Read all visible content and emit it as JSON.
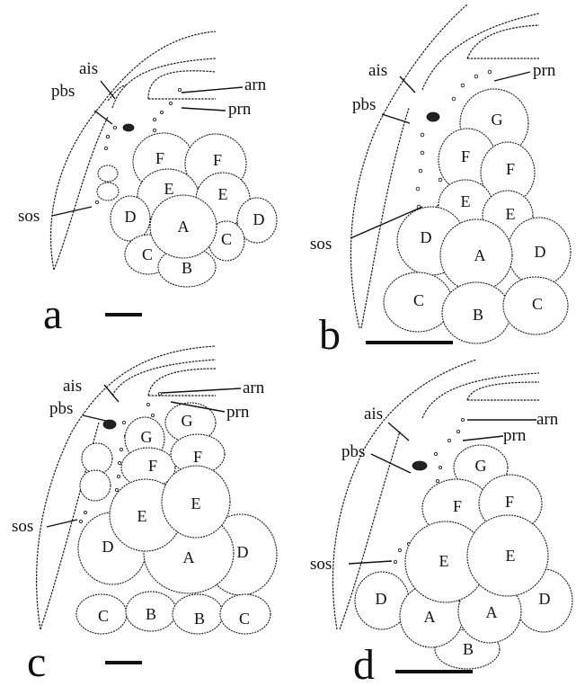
{
  "panels": {
    "a": {
      "letter": "a",
      "labels": {
        "ais": "ais",
        "pbs": "pbs",
        "sos": "sos",
        "arn": "arn",
        "prn": "prn"
      }
    },
    "b": {
      "letter": "b",
      "labels": {
        "ais": "ais",
        "pbs": "pbs",
        "sos": "sos",
        "prn": "prn"
      }
    },
    "c": {
      "letter": "c",
      "labels": {
        "ais": "ais",
        "pbs": "pbs",
        "sos": "sos",
        "arn": "arn",
        "prn": "prn"
      }
    },
    "d": {
      "letter": "d",
      "labels": {
        "ais": "ais",
        "pbs": "pbs",
        "sos": "sos",
        "arn": "arn",
        "prn": "prn"
      }
    }
  },
  "plate_letters": {
    "A": "A",
    "B": "B",
    "C": "C",
    "D": "D",
    "E": "E",
    "F": "F",
    "G": "G"
  }
}
